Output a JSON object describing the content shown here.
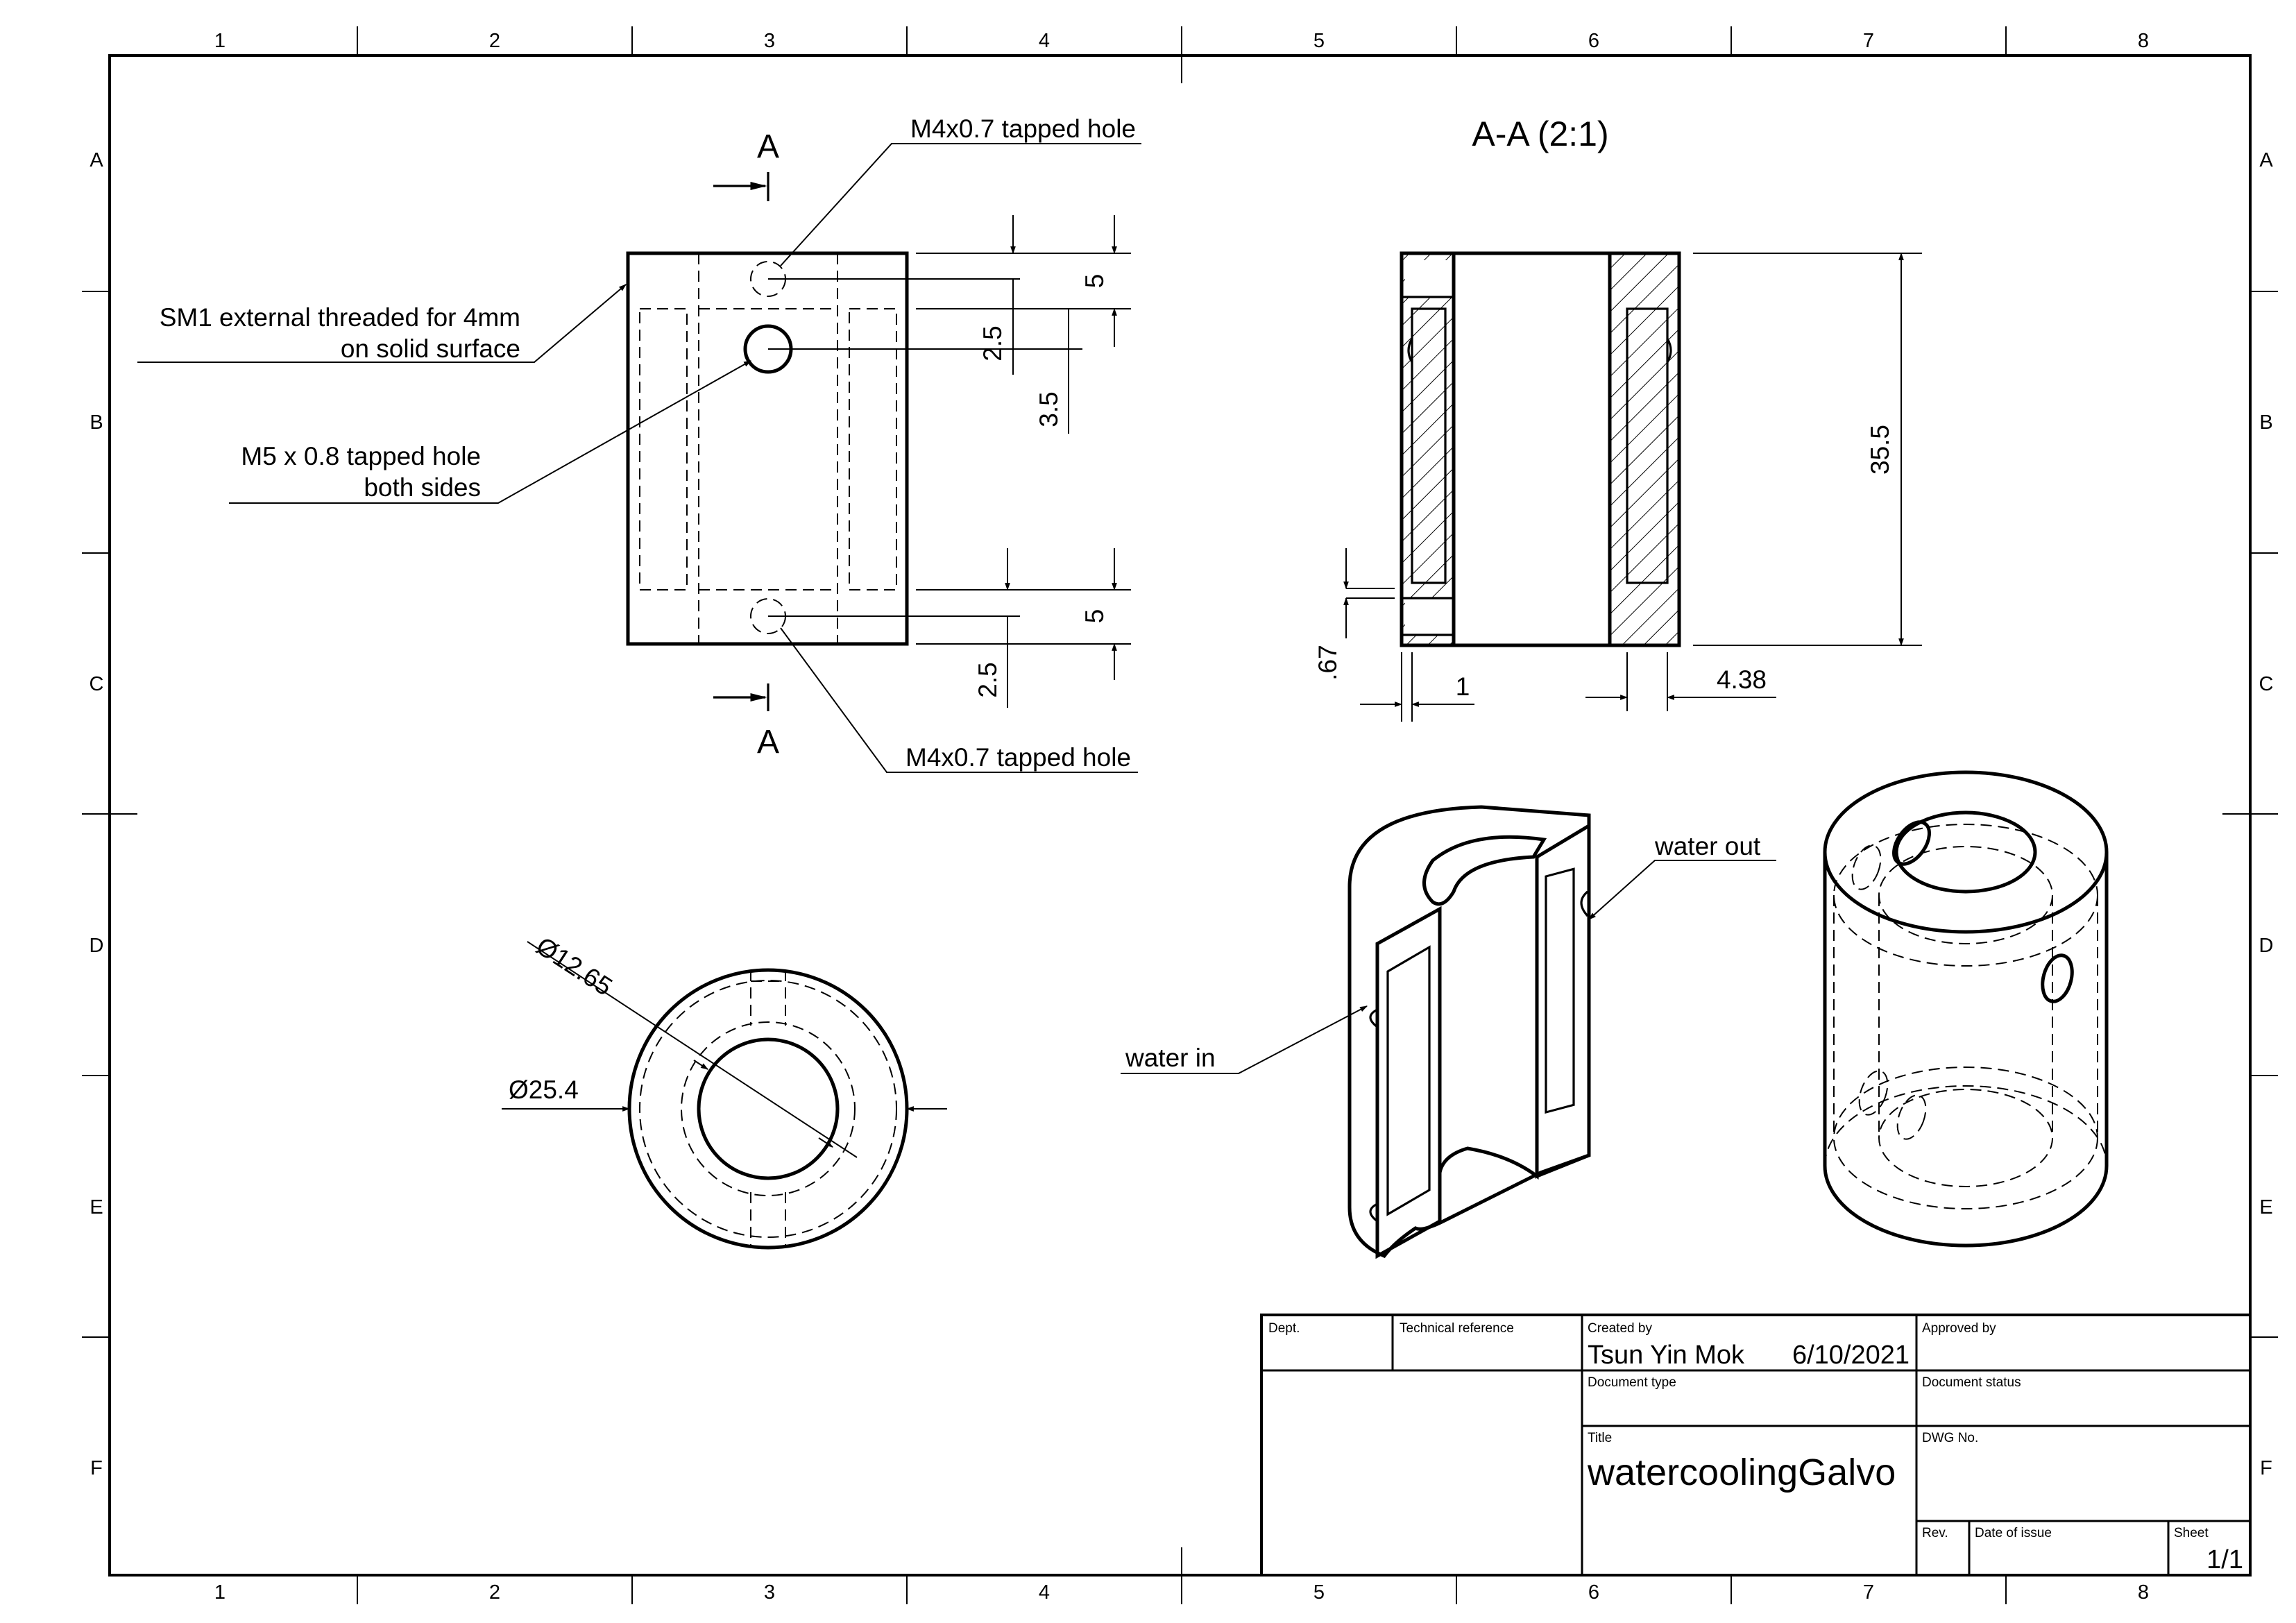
{
  "zones": {
    "columns": [
      "1",
      "2",
      "3",
      "4",
      "5",
      "6",
      "7",
      "8"
    ],
    "rows": [
      "A",
      "B",
      "C",
      "D",
      "E",
      "F"
    ]
  },
  "views": {
    "section_marker": "A",
    "section_title": "A-A (2:1)"
  },
  "annotations": {
    "m4_top": "M4x0.7 tapped hole",
    "m4_bottom": "M4x0.7 tapped hole",
    "sm1_line1": "SM1 external threaded  for 4mm",
    "sm1_line2": "on solid surface",
    "m5_line1": "M5 x 0.8 tapped hole",
    "m5_line2": "both sides",
    "water_in": "water in",
    "water_out": "water out"
  },
  "dimensions": {
    "front_top_5": "5",
    "front_2_5_top": "2.5",
    "front_3_5": "3.5",
    "front_bottom_5": "5",
    "front_2_5_bottom": "2.5",
    "section_height": "35.5",
    "section_067": ".67",
    "section_1": "1",
    "section_438": "4.38",
    "inner_dia": "Ø12.65",
    "outer_dia": "Ø25.4"
  },
  "title_block": {
    "dept_label": "Dept.",
    "techref_label": "Technical reference",
    "created_by_label": "Created by",
    "created_by": "Tsun Yin Mok",
    "created_date": "6/10/2021",
    "approved_by_label": "Approved by",
    "doc_type_label": "Document type",
    "doc_status_label": "Document status",
    "title_label": "Title",
    "title": "watercoolingGalvo",
    "dwg_label": "DWG No.",
    "rev_label": "Rev.",
    "date_issue_label": "Date of issue",
    "sheet_label": "Sheet",
    "sheet": "1/1"
  }
}
